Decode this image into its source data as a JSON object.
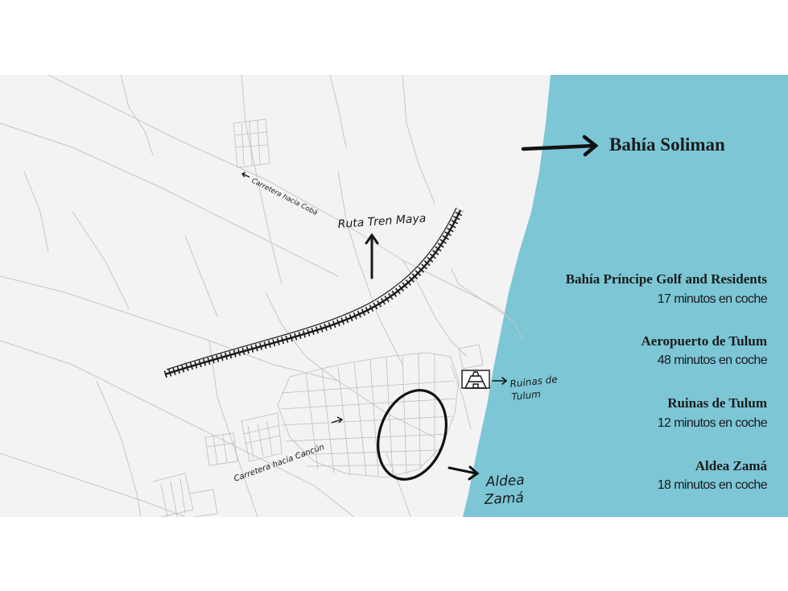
{
  "top_destination": {
    "name": "Bahía Soliman"
  },
  "destinations": [
    {
      "name": "Bahía Príncipe Golf and Residents",
      "time": "17 minutos en coche"
    },
    {
      "name": "Aeropuerto de Tulum",
      "time": "48 minutos en coche"
    },
    {
      "name": "Ruinas de Tulum",
      "time": "12 minutos en coche"
    },
    {
      "name": "Aldea Zamá",
      "time": "18 minutos en coche"
    }
  ],
  "map_labels": {
    "train_route": "Ruta Tren Maya",
    "road_coba": "Carretera hacia Cobá",
    "road_cancun": "Carretera hacia Cancún",
    "ruins_line1": "Ruinas de",
    "ruins_line2": "Tulum",
    "aldea_line1": "Aldea",
    "aldea_line2": "Zamá"
  },
  "colors": {
    "sea": "#7cc6d6",
    "land": "#f3f3f3",
    "roads": "#c9c9c9",
    "ink": "#1a1a1a"
  },
  "icons": [
    "arrow-right-icon",
    "arrow-up-icon",
    "pyramid-icon",
    "railway-track"
  ]
}
